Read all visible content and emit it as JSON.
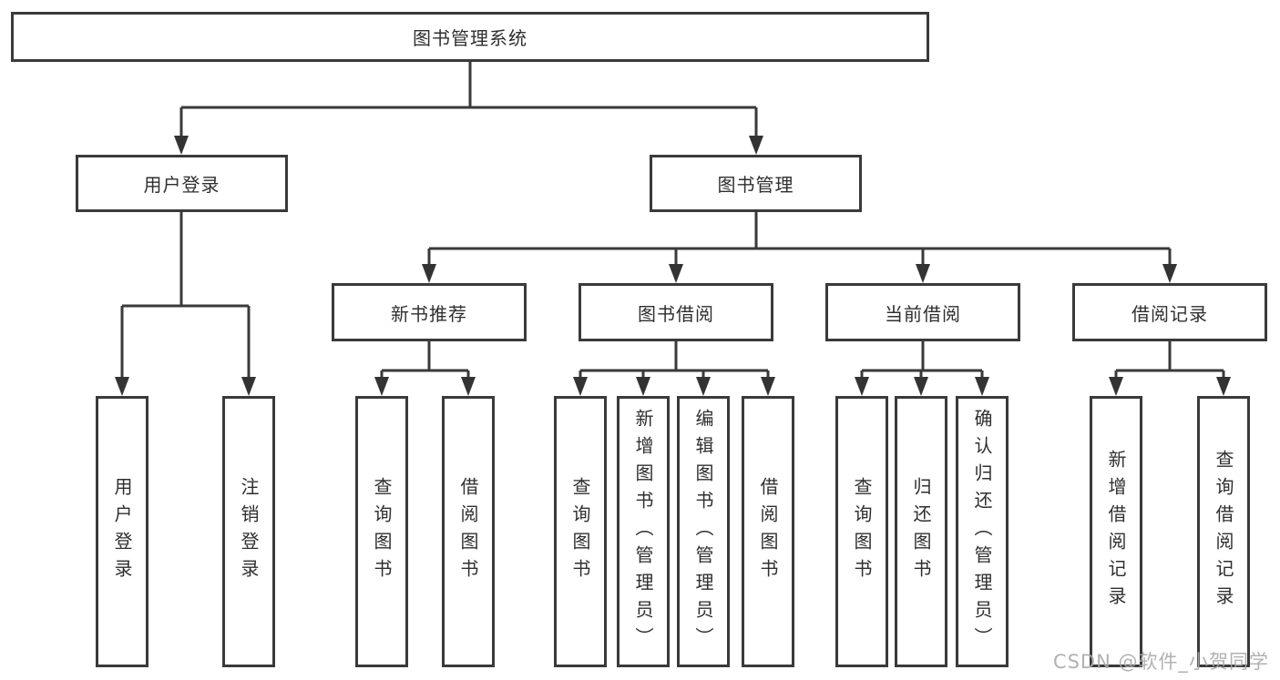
{
  "diagram": {
    "root": {
      "label": "图书管理系统"
    },
    "user_login": {
      "label": "用户登录",
      "children": [
        {
          "label": "用户登录"
        },
        {
          "label": "注销登录"
        }
      ]
    },
    "book_management": {
      "label": "图书管理",
      "sections": [
        {
          "label": "新书推荐",
          "children": [
            {
              "label": "查询图书"
            },
            {
              "label": "借阅图书"
            }
          ]
        },
        {
          "label": "图书借阅",
          "children": [
            {
              "label": "查询图书"
            },
            {
              "label": "新增图书（管理员）"
            },
            {
              "label": "编辑图书（管理员）"
            },
            {
              "label": "借阅图书"
            }
          ]
        },
        {
          "label": "当前借阅",
          "children": [
            {
              "label": "查询图书"
            },
            {
              "label": "归还图书"
            },
            {
              "label": "确认归还（管理员）"
            }
          ]
        },
        {
          "label": "借阅记录",
          "children": [
            {
              "label": "新增借阅记录"
            },
            {
              "label": "查询借阅记录"
            }
          ]
        }
      ]
    }
  },
  "watermark": {
    "text": "CSDN @软件_小贺同学"
  },
  "colors": {
    "line": "#3a3a3a",
    "box_border": "#3a3a3a",
    "text": "#2f2f2f",
    "watermark": "#a8a8a8",
    "background": "#ffffff"
  }
}
